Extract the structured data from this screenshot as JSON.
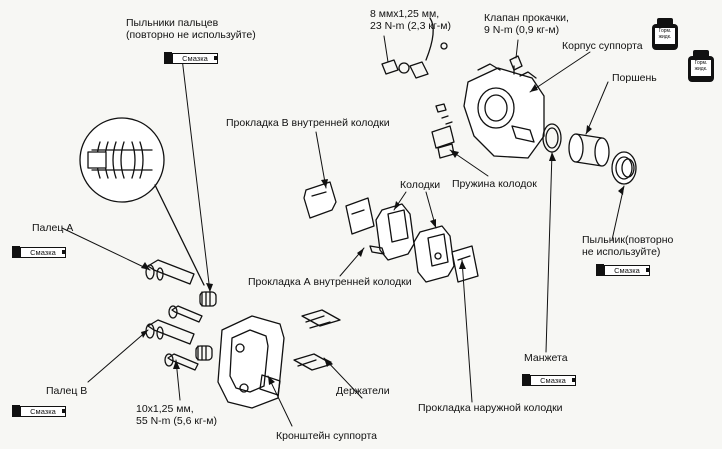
{
  "labels": {
    "dust_boots_pins": [
      "Пыльники пальцев",
      "(повторно не используйте)"
    ],
    "bolt_spec_top": [
      "8 ммх1,25 мм,",
      "23 N-m (2,3 кг-м)"
    ],
    "bleeder_valve": [
      "Клапан прокачки,",
      "9 N-m (0,9 кг-м)"
    ],
    "caliper_body": "Корпус суппорта",
    "piston": "Поршень",
    "shim_b_inner": "Прокладка В внутренней колодки",
    "pads": "Колодки",
    "pad_spring": "Пружина колодок",
    "pin_a": "Палец А",
    "shim_a_inner": "Прокладка А внутренней колодки",
    "dust_boot_piston": [
      "Пыльник(повторно",
      "не используйте)"
    ],
    "pin_b": "Палец В",
    "seal": "Манжета",
    "retainers": "Держатели",
    "outer_pad_shim": "Прокладка наружной колодки",
    "bolt_spec_bottom": [
      "10х1,25 мм,",
      "55 N-m (5,6 кг-м)"
    ],
    "caliper_bracket": "Кронштейн суппорта"
  },
  "grease_tube_text": "Смазка",
  "grease_jar_text": [
    "Горм.",
    "жидк."
  ]
}
